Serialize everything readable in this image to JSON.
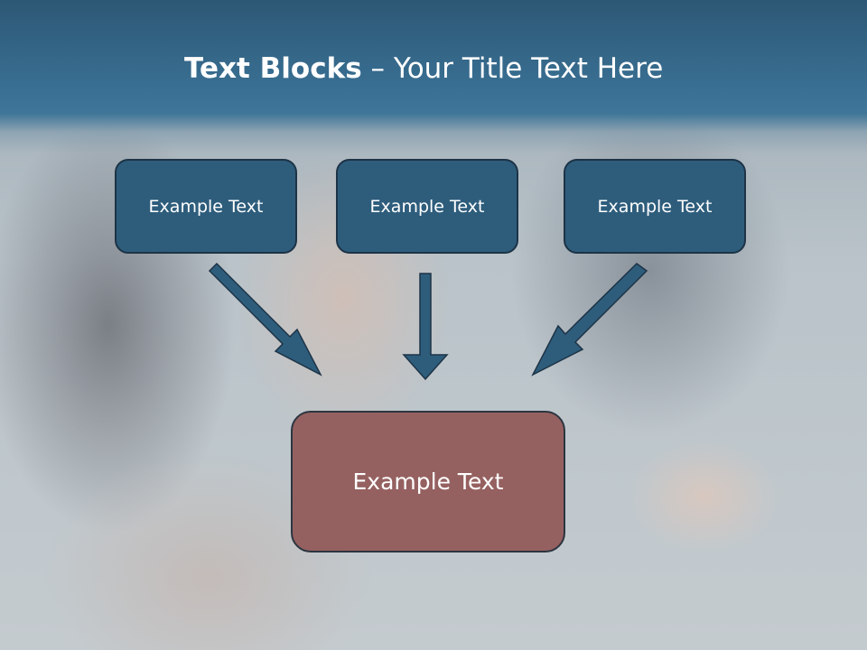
{
  "slide": {
    "title_bold": "Text Blocks",
    "title_separator": " – ",
    "title_rest": "Your Title Text Here"
  },
  "blocks": {
    "left": "Example Text",
    "center": "Example Text",
    "right": "Example Text",
    "main": "Example Text"
  },
  "colors": {
    "header": "#3a7195",
    "block_fill": "#2e5d7c",
    "block_border": "#1d3346",
    "main_fill": "#956160",
    "arrow_fill": "#2e5d7c"
  },
  "icons": [
    "arrow-down-right-icon",
    "arrow-down-icon",
    "arrow-down-left-icon"
  ]
}
